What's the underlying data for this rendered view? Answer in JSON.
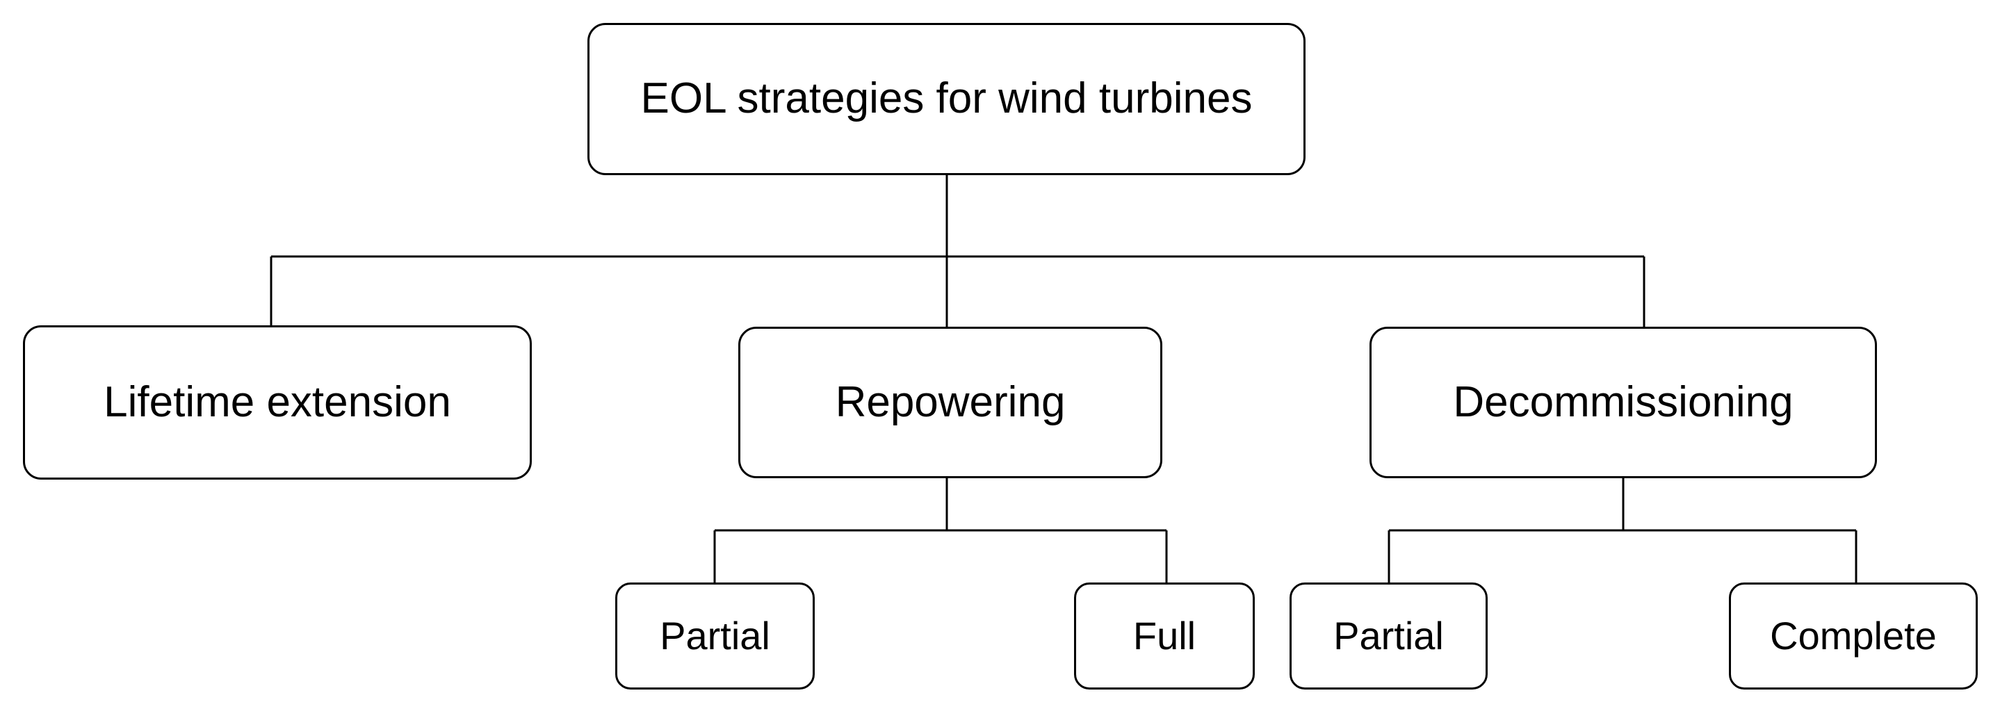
{
  "diagram": {
    "title": "EOL strategies for wind turbines",
    "type": "tree-hierarchy",
    "background_color": "#ffffff",
    "line_color": "#000000",
    "node_fill_color": "#ffffff",
    "node_border_color": "#000000",
    "text_color": "#000000",
    "root": {
      "label": "EOL strategies for wind turbines"
    },
    "level1": [
      {
        "label": "Lifetime extension"
      },
      {
        "label": "Repowering"
      },
      {
        "label": "Decommissioning"
      }
    ],
    "repowering_children": [
      {
        "label": "Partial"
      },
      {
        "label": "Full"
      }
    ],
    "decommissioning_children": [
      {
        "label": "Partial"
      },
      {
        "label": "Complete"
      }
    ]
  }
}
